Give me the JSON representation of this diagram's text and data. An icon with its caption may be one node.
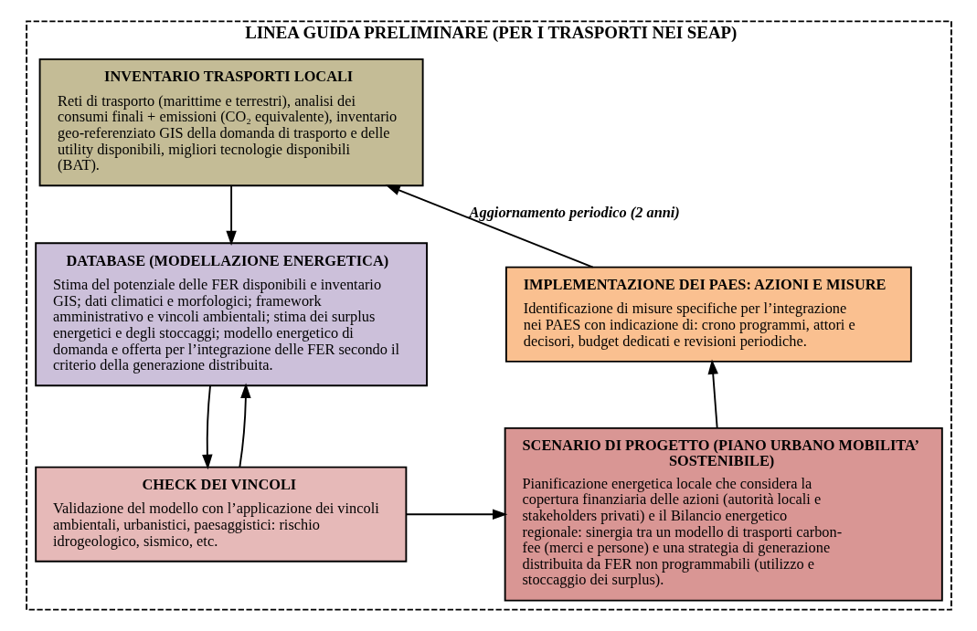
{
  "diagram": {
    "nodes": [
      {
        "text": [
          "LINEA GUIDA PRELIMINARE (PER I TRASPORTI NEI SEAP)"
        ]
      },
      {
        "text": [
          "INVENTARIO TRASPORTI LOCALI",
          "Reti di trasporto (marittime e terrestri), analisi dei consumi finali + emissioni (CO₂ equivalente), inventario geo-referenziato GIS della domanda di trasporto e delle utility disponibili, migliori tecnologie disponibili (BAT)."
        ],
        "in": 0
      },
      {
        "text": [
          "DATABASE (MODELLAZIONE ENERGETICA)",
          "Stima del potenziale delle FER disponibili e inventario GIS; dati climatici e morfologici; framework amministrativo e vincoli ambientali; stima dei surplus energetici e degli stoccaggi; modello energetico di domanda e offerta per l’integrazione delle FER secondo il criterio della generazione distribuita."
        ],
        "in": 0
      },
      {
        "text": [
          "CHECK DEI VINCOLI",
          "Validazione del modello con l’applicazione dei vincoli ambientali, urbanistici, paesaggistici: rischio idrogeologico, sismico, etc."
        ],
        "in": 0
      },
      {
        "text": [
          "SCENARIO DI PROGETTO (PIANO URBANO MOBILITA’ SOSTENIBILE)",
          "Pianificazione energetica locale che considera la copertura finanziaria delle azioni (autorità locali e stakeholders privati) e il Bilancio energetico regionale: sinergia tra un modello di trasporti carbon-fee (merci e persone) e una strategia di generazione distribuita da FER non programmabili (utilizzo e stoccaggio dei surplus)."
        ],
        "in": 0
      },
      {
        "text": [
          "IMPLEMENTAZIONE DEI PAES: AZIONI E MISURE",
          "Identificazione di misure specifiche per l’integrazione nei PAES con indicazione di: crono programmi, attori e decisori, budget dedicati e revisioni periodiche."
        ],
        "in": 0
      }
    ],
    "edges": [
      {
        "from": 1,
        "to": 2,
        "arrow": "to"
      },
      {
        "from": 2,
        "to": 3,
        "arrow": "to"
      },
      {
        "from": 3,
        "to": 2,
        "arrow": "to"
      },
      {
        "from": 3,
        "to": 4,
        "arrow": "to"
      },
      {
        "from": 4,
        "to": 5,
        "arrow": "to"
      },
      {
        "from": 5,
        "to": 1,
        "arrow": "to",
        "label": "Aggiornamento periodico (2 anni)"
      }
    ]
  }
}
